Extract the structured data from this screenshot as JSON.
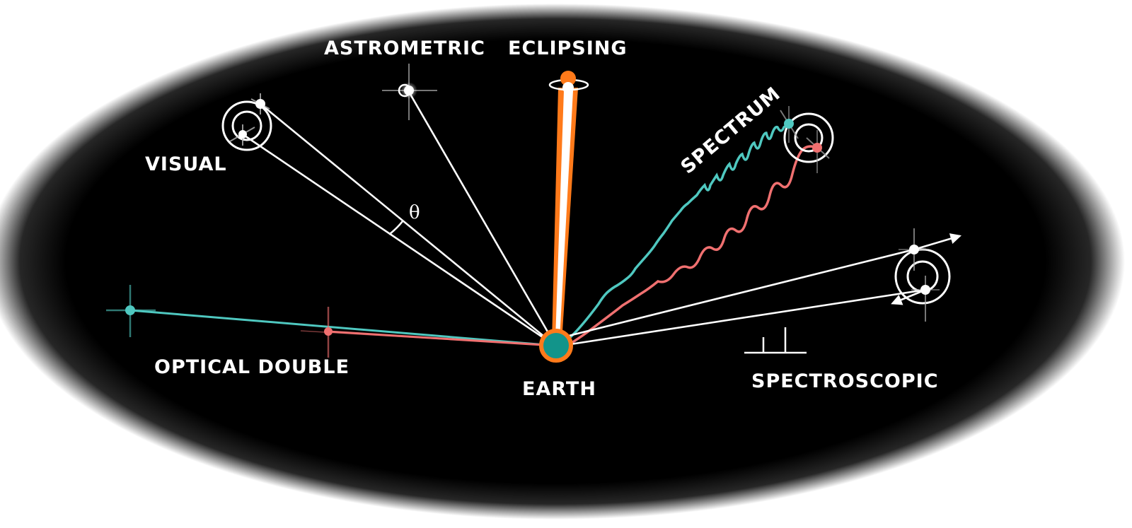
{
  "labels": {
    "astrometric": "ASTROMETRIC",
    "eclipsing": "ECLIPSING",
    "visual": "VISUAL",
    "spectrum": "SPECTRUM",
    "optical_double": "OPTICAL DOUBLE",
    "earth": "EARTH",
    "spectroscopic": "SPECTROSCOPIC",
    "theta": "θ"
  },
  "colors": {
    "background": "#000000",
    "line": "#ffffff",
    "earth_fill": "#12948a",
    "earth_ring": "#ff7a1a",
    "eclipse_orange": "#ff7a1a",
    "teal": "#4fc8c0",
    "salmon": "#f07070"
  }
}
